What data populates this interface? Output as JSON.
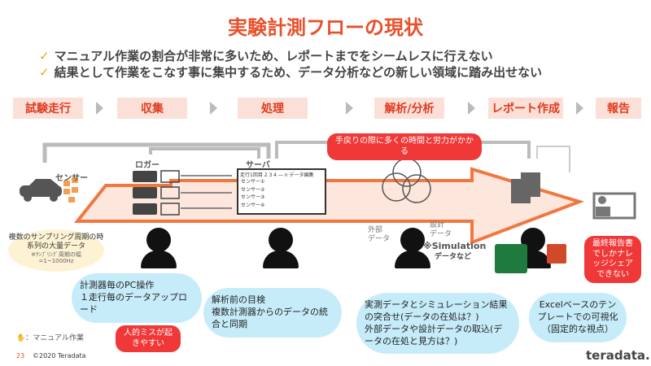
{
  "title": "実験計測フローの現状",
  "bullets": [
    "マニュアル作業の割合が非常に多いため、レポートまでをシームレスに行えない",
    "結果として作業をこなす事に集中するため、データ分析などの新しい領域に踏み出せない"
  ],
  "steps": [
    "試験走行",
    "収集",
    "処理",
    "解析/分析",
    "レポート作成",
    "報告"
  ],
  "labels": {
    "sensor": "センサー",
    "logger": "ロガー",
    "server": "サーバ",
    "server_header": "走行1回目 2 3 4 ― n データ編集",
    "sensor_rows": [
      "センサー①",
      "センサー②",
      "センサー③",
      "センサー④"
    ],
    "external": "外部\nデータ",
    "design": "設計\nデータ",
    "simulation": "※Simulation",
    "simulation_sub": "データなど"
  },
  "callouts": {
    "rework": "手戻りの際に多くの時間と労力がかかる",
    "sampling_title": "複数のサンプリング周期の時系列の大量データ",
    "sampling_note": "※ｻﾝﾌﾟﾘﾝｸﾞ周期の幅",
    "sampling_range": "=1~1000Hz",
    "human_error": "人的ミスが起きやすい",
    "final_report": "最終報告書でしかナレッジシェアできない"
  },
  "clouds": [
    [
      "計測器毎のPC操作",
      "１走行毎のデータアップロード"
    ],
    [
      "解析前の目検",
      "複数計測器からのデータの統合と同期"
    ],
    [
      "実測データとシミュレーション結果の突合せ(データの在処は？)",
      "外部データや設計データの取込(データの在処と見方は？)"
    ],
    [
      "Excelベースのテンプレートでの可視化（固定的な視点）"
    ]
  ],
  "legend": "：マニュアル作業",
  "footer": {
    "page": "23",
    "copyright": "©2020 Teradata",
    "logo": "teradata."
  },
  "colors": {
    "accent": "#e8502a",
    "step_bg": "#fbe0d8",
    "cloud": "#c6ecfa",
    "burst": "#f03838"
  }
}
